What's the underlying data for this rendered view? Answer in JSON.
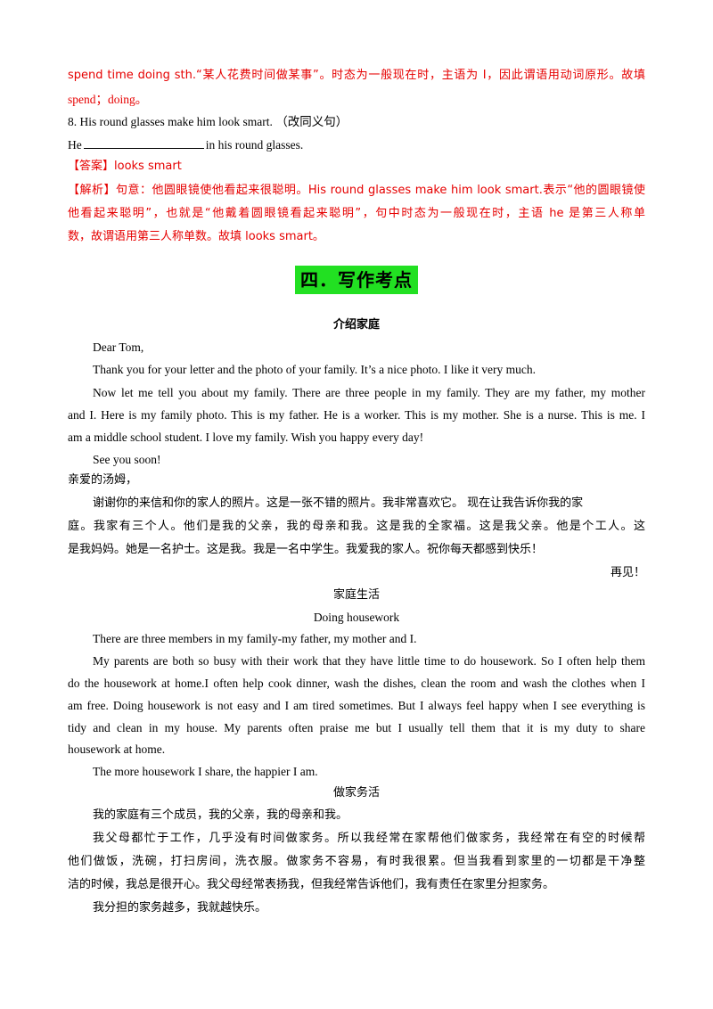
{
  "prev_analysis_tail": {
    "line1": "spend time doing sth.“某人花费时间做某事”。时态为一般现在时，主语为 I，因此谓语用动词原形。故填",
    "line2": "spend；doing。"
  },
  "question8": {
    "prompt": "8. His round glasses make him look smart.  （改同义句）",
    "blank_prefix": "He",
    "blank_suffix": "in his round glasses.",
    "answer": "【答案】looks smart",
    "analysis_line1": "【解析】句意：他圆眼镜使他看起来很聪明。His round glasses make him look smart.表示“他的圆眼镜使",
    "analysis_line2": "他看起来聪明”，也就是“他戴着圆眼镜看起来聪明”，句中时态为一般现在时，主语 he 是第三人称单",
    "analysis_line3": "数，故谓语用第三人称单数。故填 looks smart。"
  },
  "section": {
    "title": "四．写作考点"
  },
  "essay1": {
    "title": "介绍家庭",
    "greeting": "Dear Tom,",
    "p1": "Thank you for your letter and the photo of your family. It’s a nice photo. I like it very much.",
    "p2_line1": "Now let me tell you about my family. There are three people in my family. They are my father, my mother",
    "p2_line2": "and I. Here is my family photo. This is my father. He is a worker. This is my mother. She is a nurse. This is me. I",
    "p2_line3": "am a middle school student. I love my family. Wish you happy every day!",
    "closing": "See you soon!",
    "zh_greeting": "亲爱的汤姆，",
    "zh_line1": "谢谢你的来信和你的家人的照片。这是一张不错的照片。我非常喜欢它。 现在让我告诉你我的家",
    "zh_line2": "庭。我家有三个人。他们是我的父亲，我的母亲和我。这是我的全家福。这是我父亲。他是个工人。这",
    "zh_line3": "是我妈妈。她是一名护士。这是我。我是一名中学生。我爱我的家人。祝你每天都感到快乐！",
    "zh_closing": "再见！"
  },
  "essay2": {
    "zh_title": "家庭生活",
    "title": "Doing housework",
    "p1": "There are three members in my family-my father, my mother and I.",
    "p2_line1": "My parents are both so busy with their work that they have little time to do housework. So I often help them",
    "p2_line2": "do the housework at home.I often help cook dinner, wash the dishes, clean the room and wash the clothes when I",
    "p2_line3": "am free. Doing housework is not easy and I am tired sometimes. But I always feel happy when I see everything is",
    "p2_line4": "tidy and clean in my house. My parents often praise me but I usually tell them that it is my duty to share",
    "p2_line5": "housework at home.",
    "p3": "The more housework I share, the happier I am.",
    "zh_subtitle": "做家务活",
    "zh_p1": "我的家庭有三个成员，我的父亲，我的母亲和我。",
    "zh_p2_line1": "我父母都忙于工作，几乎没有时间做家务。所以我经常在家帮他们做家务，我经常在有空的时候帮",
    "zh_p2_line2": "他们做饭，洗碗，打扫房间，洗衣服。做家务不容易，有时我很累。但当我看到家里的一切都是干净整",
    "zh_p2_line3": "洁的时候，我总是很开心。我父母经常表扬我，但我经常告诉他们，我有责任在家里分担家务。",
    "zh_p3": "我分担的家务越多，我就越快乐。"
  }
}
